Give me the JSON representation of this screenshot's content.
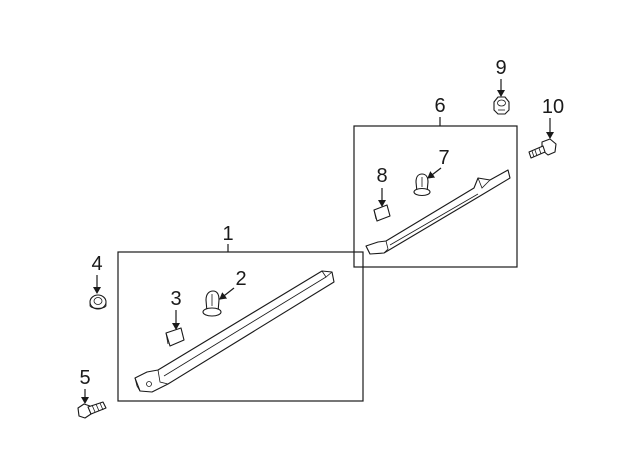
{
  "callouts": {
    "c1": "1",
    "c2": "2",
    "c3": "3",
    "c4": "4",
    "c5": "5",
    "c6": "6",
    "c7": "7",
    "c8": "8",
    "c9": "9",
    "c10": "10"
  },
  "colors": {
    "ink": "#1a1a1a",
    "background": "#ffffff"
  }
}
